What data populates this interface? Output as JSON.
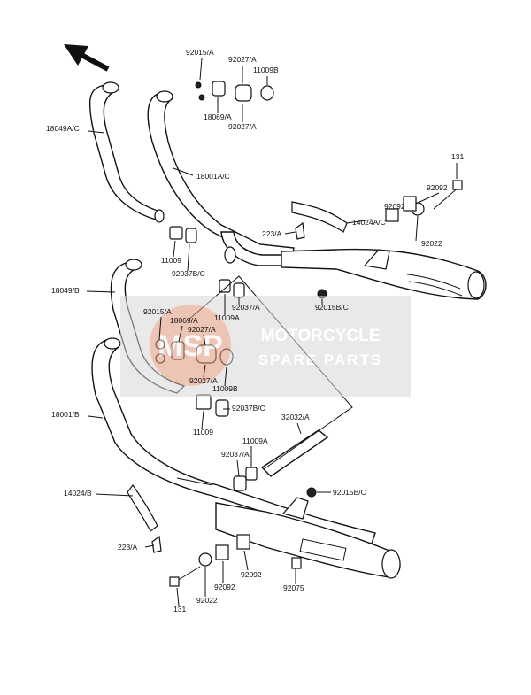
{
  "labels": {
    "p92015_a_top": "92015/A",
    "p92027_a_top1": "92027/A",
    "p11009b_top": "11009B",
    "p18069_a_top": "18069/A",
    "p92027_a_top2": "92027/A",
    "p18049_a_c": "18049A/C",
    "p18001_a_c": "18001A/C",
    "p131_right": "131",
    "p92092_right1": "92092",
    "p14024_a_c": "14024A/C",
    "p92092_right2": "92092",
    "p223_a_top": "223/A",
    "p92022_right": "92022",
    "p11009_top": "11009",
    "p92037_b_c_top": "92037B/C",
    "p92037_a_top": "92037/A",
    "p18049_b": "18049/B",
    "p92015b_c_top": "92015B/C",
    "p11009a_top": "11009A",
    "p92015_a_mid": "92015/A",
    "p18069_a_mid": "18069/A",
    "p92027_a_mid1": "92027/A",
    "p92027_a_mid2": "92027/A",
    "p11009b_mid": "11009B",
    "p18001_b": "18001/B",
    "p11009_mid": "11009",
    "p92037_b_c_mid": "92037B/C",
    "p32032_a": "32032/A",
    "p11009a_mid": "11009A",
    "p92037_a_mid": "92037/A",
    "p14024_b": "14024/B",
    "p92015b_c_bot": "92015B/C",
    "p223_a_bot": "223/A",
    "p92092_bot1": "92092",
    "p92092_bot2": "92092",
    "p131_bot": "131",
    "p92022_bot": "92022",
    "p92075": "92075"
  },
  "watermark": {
    "logo": "MSP",
    "line1": "MOTORCYCLE",
    "line2": "SPARE PARTS",
    "color": "#e8632a"
  }
}
